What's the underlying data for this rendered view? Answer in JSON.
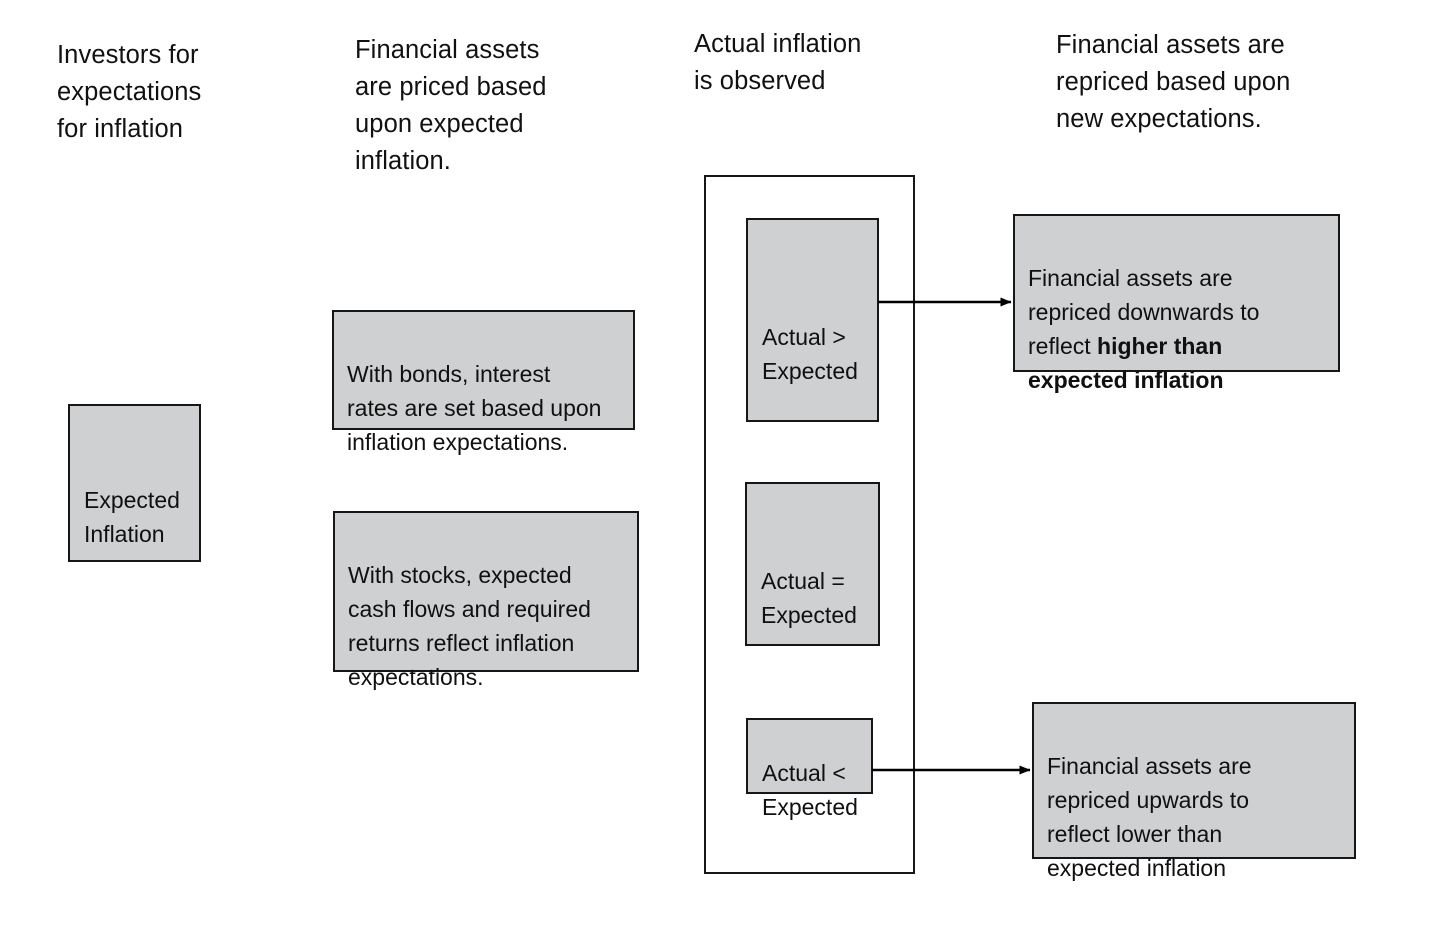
{
  "diagram": {
    "title": "Inflation expectations and asset repricing flow",
    "colors": {
      "box_fill": "#cfd0d1",
      "box_border": "#161616",
      "background": "#ffffff",
      "text": "#101010",
      "arrow": "#000000"
    },
    "columns": [
      {
        "id": "col-1",
        "header": "Investors for\nexpectations\nfor inflation"
      },
      {
        "id": "col-2",
        "header": "Financial assets\nare priced based\nupon expected\ninflation."
      },
      {
        "id": "col-3",
        "header": "Actual inflation\nis observed"
      },
      {
        "id": "col-4",
        "header": "Financial assets are\nrepriced based upon\nnew expectations."
      }
    ],
    "boxes": {
      "expected_inflation": "Expected\nInflation",
      "bonds": "With bonds, interest\nrates are set based upon\ninflation expectations.",
      "stocks": "With stocks, expected\ncash flows and required\nreturns reflect inflation\nexpectations.",
      "actual_greater": "Actual >\nExpected",
      "actual_equal": "Actual =\nExpected",
      "actual_less": "Actual <\nExpected",
      "repriced_down_plain_1": "Financial assets are\nrepriced downwards to\nreflect ",
      "repriced_down_bold": "higher than\nexpected inflation",
      "repriced_up": "Financial assets are\nrepriced upwards to\nreflect lower than\nexpected inflation"
    },
    "arrows": [
      {
        "id": "arrow-greater-to-down",
        "from": "actual_greater",
        "to": "repriced_down",
        "direction": "right"
      },
      {
        "id": "arrow-less-to-up",
        "from": "actual_less",
        "to": "repriced_up",
        "direction": "right"
      }
    ]
  }
}
